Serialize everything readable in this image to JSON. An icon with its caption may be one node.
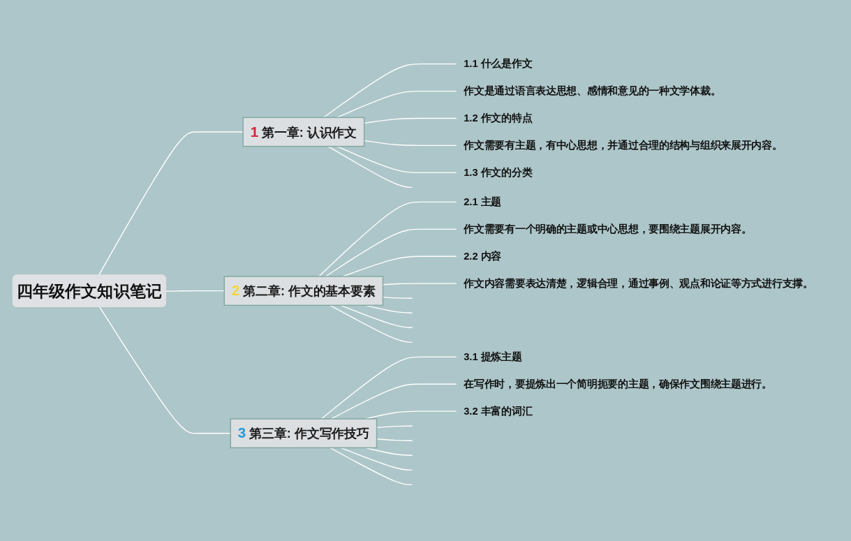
{
  "diagram": {
    "nodes": [
      {
        "text": [
          "四年级作文知识笔记"
        ]
      },
      {
        "text": [
          "1",
          "第一章: 认识作文"
        ]
      },
      {
        "text": [
          "1.1 什么是作文"
        ]
      },
      {
        "text": [
          "作文是通过语言表达思想、感情和意见的一种文学体裁。"
        ]
      },
      {
        "text": [
          "1.2 作文的特点"
        ]
      },
      {
        "text": [
          "作文需要有主题，有中心思想，并通过合理的结构与组织来展开内容。"
        ]
      },
      {
        "text": [
          "1.3 作文的分类"
        ]
      },
      {
        "text": [
          "2",
          "第二章: 作文的基本要素"
        ]
      },
      {
        "text": [
          "2.1 主题"
        ]
      },
      {
        "text": [
          "作文需要有一个明确的主题或中心思想，要围绕主题展开内容。"
        ]
      },
      {
        "text": [
          "2.2 内容"
        ]
      },
      {
        "text": [
          "作文内容需要表达清楚，逻辑合理，通过事例、观点和论证等方式进行支撑。"
        ]
      },
      {
        "text": [
          "3",
          "第三章: 作文写作技巧"
        ]
      },
      {
        "text": [
          "3.1 提炼主题"
        ]
      },
      {
        "text": [
          "在写作时，要提炼出一个简明扼要的主题，确保作文围绕主题进行。"
        ]
      },
      {
        "text": [
          "3.2 丰富的词汇"
        ]
      }
    ],
    "edges": [
      {
        "from": 0,
        "to": 1,
        "arrow": "none"
      },
      {
        "from": 1,
        "to": 2,
        "arrow": "none"
      },
      {
        "from": 1,
        "to": 3,
        "arrow": "none"
      },
      {
        "from": 1,
        "to": 4,
        "arrow": "none"
      },
      {
        "from": 1,
        "to": 5,
        "arrow": "none"
      },
      {
        "from": 1,
        "to": 6,
        "arrow": "none"
      },
      {
        "from": 1,
        "to": null,
        "arrow": "none"
      },
      {
        "from": 0,
        "to": 7,
        "arrow": "none"
      },
      {
        "from": 7,
        "to": 8,
        "arrow": "none"
      },
      {
        "from": 7,
        "to": 9,
        "arrow": "none"
      },
      {
        "from": 7,
        "to": 10,
        "arrow": "none"
      },
      {
        "from": 7,
        "to": 11,
        "arrow": "none"
      },
      {
        "from": 7,
        "to": null,
        "arrow": "none"
      },
      {
        "from": 7,
        "to": null,
        "arrow": "none"
      },
      {
        "from": 7,
        "to": null,
        "arrow": "none"
      },
      {
        "from": 7,
        "to": null,
        "arrow": "none"
      },
      {
        "from": 0,
        "to": 12,
        "arrow": "none"
      },
      {
        "from": 12,
        "to": 13,
        "arrow": "none"
      },
      {
        "from": 12,
        "to": 14,
        "arrow": "none"
      },
      {
        "from": 12,
        "to": 15,
        "arrow": "none"
      },
      {
        "from": 12,
        "to": null,
        "arrow": "none"
      },
      {
        "from": 12,
        "to": null,
        "arrow": "none"
      },
      {
        "from": 12,
        "to": null,
        "arrow": "none"
      },
      {
        "from": 12,
        "to": null,
        "arrow": "none"
      },
      {
        "from": 12,
        "to": null,
        "arrow": "none"
      }
    ]
  }
}
